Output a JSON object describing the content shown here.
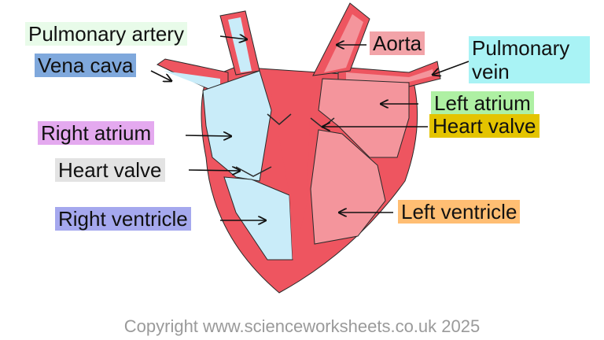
{
  "labels": {
    "pulmonary_artery": "Pulmonary artery",
    "vena_cava": "Vena cava",
    "right_atrium": "Right atrium",
    "heart_valve_left": "Heart valve",
    "right_ventricle": "Right ventricle",
    "aorta": "Aorta",
    "pulmonary_vein_line1": "Pulmonary",
    "pulmonary_vein_line2": "vein",
    "left_atrium": "Left atrium",
    "heart_valve_right": "Heart valve",
    "left_ventricle": "Left ventricle"
  },
  "label_colors": {
    "pulmonary_artery": "#e8fbe9",
    "vena_cava": "#7fa8dc",
    "right_atrium": "#e4a9ef",
    "heart_valve_left": "#e3e3e3",
    "right_ventricle": "#a5a8ee",
    "aorta": "#f2a3a8",
    "pulmonary_vein": "#a9f3f5",
    "left_atrium": "#aef0a3",
    "heart_valve_right": "#e4c400",
    "left_ventricle": "#ffbe73"
  },
  "colors": {
    "heart_wall": "#ee5560",
    "right_side_blood": "#c9ecf9",
    "left_side_blood": "#f4959c",
    "outline": "#2a2a2a"
  },
  "copyright": "Copyright www.scienceworksheets.co.uk 2025"
}
